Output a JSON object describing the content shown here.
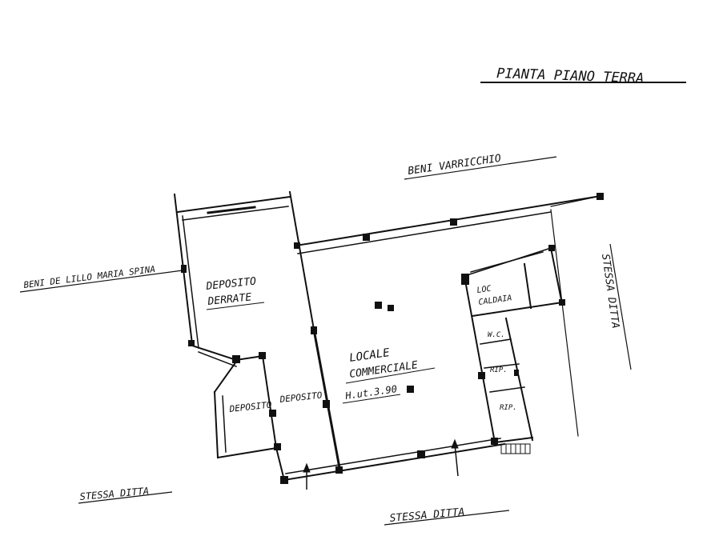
{
  "title": "PIANTA PIANO TERRA",
  "neighbors": {
    "north": "BENI VARRICCHIO",
    "west": "BENI DE LILLO MARIA SPINA",
    "east": "STESSA DITTA",
    "south_left": "STESSA DITTA",
    "south": "STESSA DITTA"
  },
  "rooms": {
    "deposito_derrate_1": "DEPOSITO",
    "deposito_derrate_2": "DERRATE",
    "deposito_small": "DEPOSITO",
    "deposito_mid": "DEPOSITO",
    "locale_1": "LOCALE",
    "locale_2": "COMMERCIALE",
    "locale_3": "H.ut.3.90",
    "caldaia_1": "LOC",
    "caldaia_2": "CALDAIA",
    "wc": "W.C.",
    "rip1": "RIP.",
    "rip2": "RIP."
  }
}
